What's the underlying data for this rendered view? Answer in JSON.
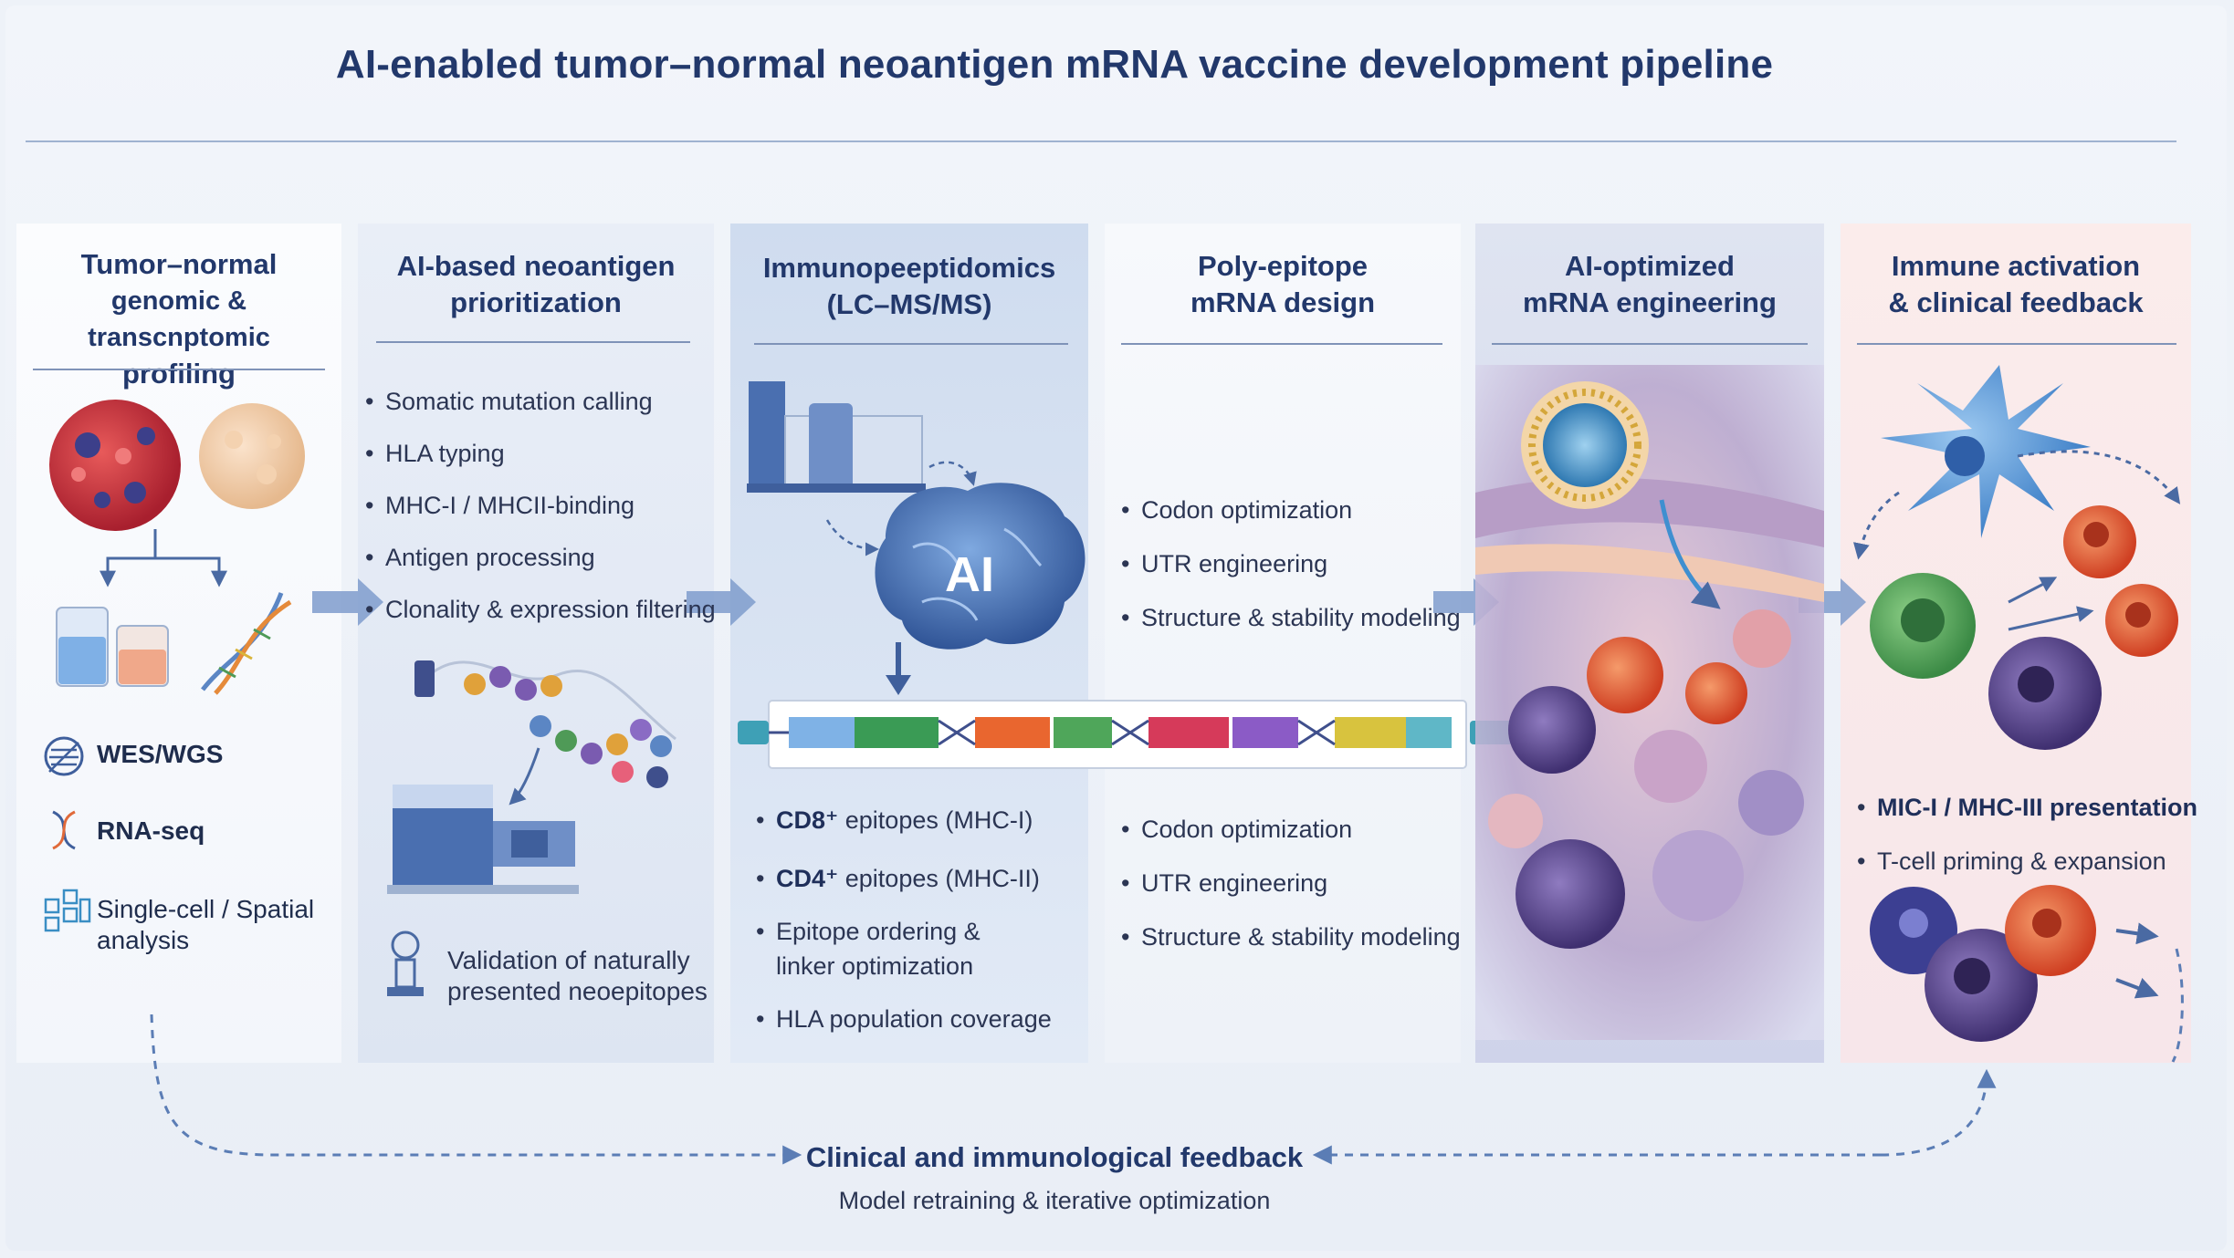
{
  "title": "AI-enabled tumor–normal neoantigen mRNA vaccine development pipeline",
  "panels": [
    {
      "heading": [
        "Tumor–normal",
        "genomic & transcnptomic",
        "profiling"
      ],
      "tools": [
        {
          "icon": "exome-icon",
          "label": "WES/WGS"
        },
        {
          "icon": "rna-helix-icon",
          "label": "RNA-seq"
        },
        {
          "icon": "spatial-grid-icon",
          "label": "Single-cell / Spatial analysis"
        }
      ]
    },
    {
      "heading": [
        "AI-based neoantigen",
        "prioritization"
      ],
      "bullets": [
        "Somatic mutation calling",
        "HLA typing",
        "MHC-I / MHCII-binding",
        "Antigen processing",
        "Clonality & expression filtering"
      ],
      "validation": [
        "Validation of naturally",
        "presented neoepitopes"
      ]
    },
    {
      "heading": [
        "Immunopeeptidomics",
        "(LC–MS/MS)"
      ],
      "ai_label": "AI",
      "bullets": [
        {
          "strong": "CD8⁺",
          "text": " epitopes (MHC-I)"
        },
        {
          "strong": "CD4⁺",
          "text": " epitopes (MHC-II)"
        },
        {
          "strong": "",
          "text": "Epitope ordering &"
        },
        {
          "strong": "",
          "text": "HLA population coverage"
        }
      ],
      "bullet_continuation": "linker optimization"
    },
    {
      "heading": [
        "Poly-epitope",
        "mRNA design"
      ],
      "bullets_top": [
        "Codon optimization",
        "UTR engineering",
        "Structure & stability modeling"
      ],
      "bullets_bottom": [
        "Codon optimization",
        "UTR engineering",
        "Structure & stability modeling"
      ]
    },
    {
      "heading": [
        "AI-optimized",
        "mRNA engineering"
      ]
    },
    {
      "heading": [
        "Immune activation",
        "& clinical feedback"
      ],
      "bullets": [
        "MIC-I / MHC-III presentation",
        "T-cell priming & expansion"
      ]
    }
  ],
  "feedback": {
    "title": "Clinical and immunological feedback",
    "subtitle": "Model retraining & iterative optimization"
  },
  "colors": {
    "heading": "#22386b",
    "tumor": "#c8323c",
    "accent_blue": "#5b86c4",
    "tcell_orange": "#e2552f",
    "dendritic_blue": "#5a96d6",
    "macrophage_green": "#4f9a57",
    "tumor_purple": "#5d4a8e"
  }
}
